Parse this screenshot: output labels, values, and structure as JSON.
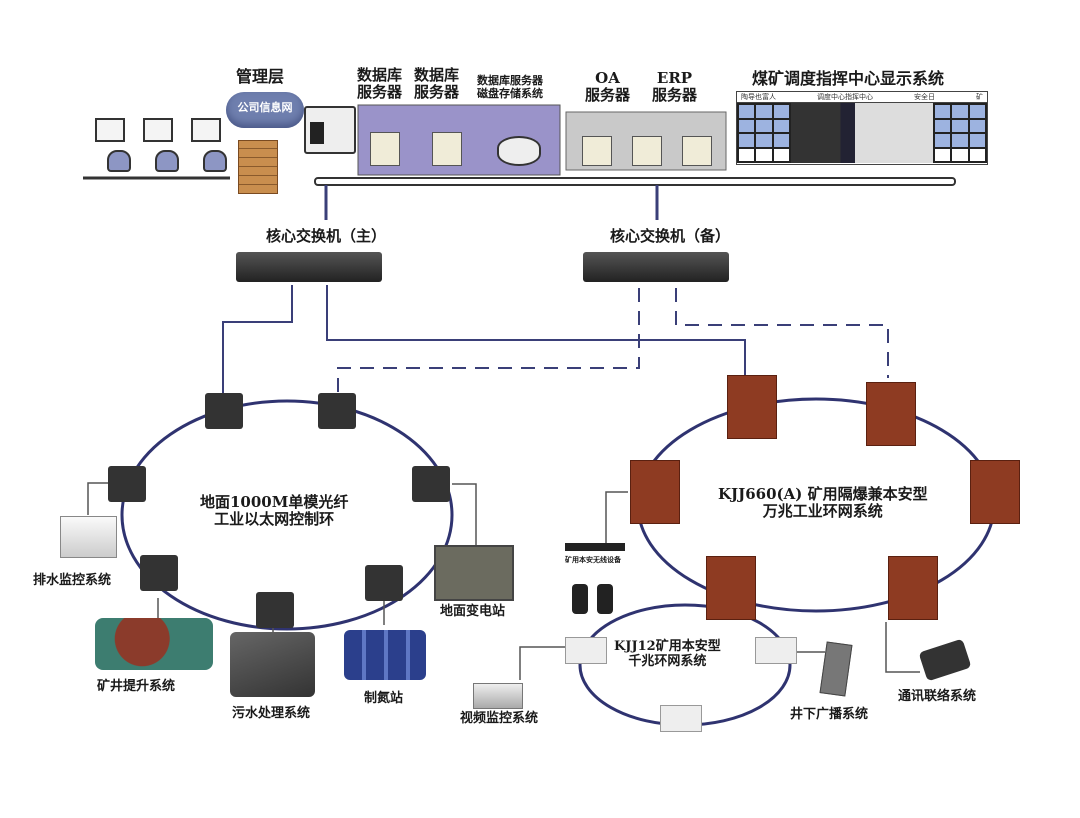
{
  "top": {
    "management_label": "管理层",
    "cloud_label": "公司信息网",
    "db_server_1": [
      "数据库",
      "服务器"
    ],
    "db_server_2": [
      "数据库",
      "服务器"
    ],
    "db_storage": [
      "数据库服务器",
      "磁盘存储系统"
    ],
    "oa_server": [
      "OA",
      "服务器"
    ],
    "erp_server": [
      "ERP",
      "服务器"
    ],
    "display_system": "煤矿调度指挥中心显示系统",
    "display_banner": [
      "陶导也富人",
      "调度中心指挥中心",
      "安全日",
      "矿"
    ]
  },
  "core": {
    "main_switch": "核心交换机（主）",
    "backup_switch": "核心交换机（备）"
  },
  "left_ring": {
    "title": [
      "地面1000M单模光纤",
      "工业以太网控制环"
    ],
    "systems": [
      "排水监控系统",
      "矿井提升系统",
      "污水处理系统",
      "制氮站",
      "地面变电站"
    ]
  },
  "right_ring": {
    "title": [
      "KJJ660(A) 矿用隔爆兼本安型",
      "万兆工业环网系统"
    ],
    "wireless_label": "矿用本安无线设备",
    "systems": [
      "通讯联络系统"
    ]
  },
  "sub_ring": {
    "title": [
      "KJJ12矿用本安型",
      "千兆环网系统"
    ],
    "systems": [
      "视频监控系统",
      "井下广播系统"
    ]
  },
  "colors": {
    "line": "#3a3f78",
    "db_panel": "#9a93c9",
    "app_panel": "#c9c9c9",
    "explosion_box": "#8e3b22",
    "switch_dark": "#2e2e2e"
  }
}
